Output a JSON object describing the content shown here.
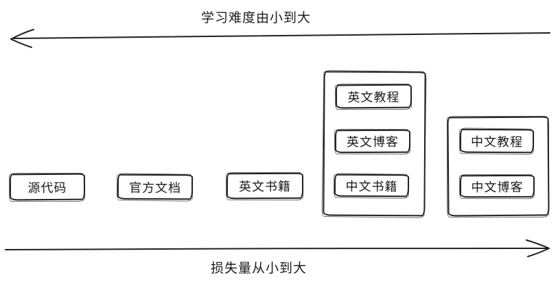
{
  "diagram": {
    "top_axis": {
      "label": "学习难度由小到大",
      "direction": "left"
    },
    "bottom_axis": {
      "label": "损失量从小到大",
      "direction": "right"
    },
    "standalone_boxes": [
      {
        "label": "源代码"
      },
      {
        "label": "官方文档"
      },
      {
        "label": "英文书籍"
      }
    ],
    "groups": [
      {
        "items": [
          {
            "label": "英文教程"
          },
          {
            "label": "英文博客"
          },
          {
            "label": "中文书籍"
          }
        ]
      },
      {
        "items": [
          {
            "label": "中文教程"
          },
          {
            "label": "中文博客"
          }
        ]
      }
    ],
    "colors": {
      "stroke": "#1f1f1f",
      "background": "#ffffff"
    }
  }
}
